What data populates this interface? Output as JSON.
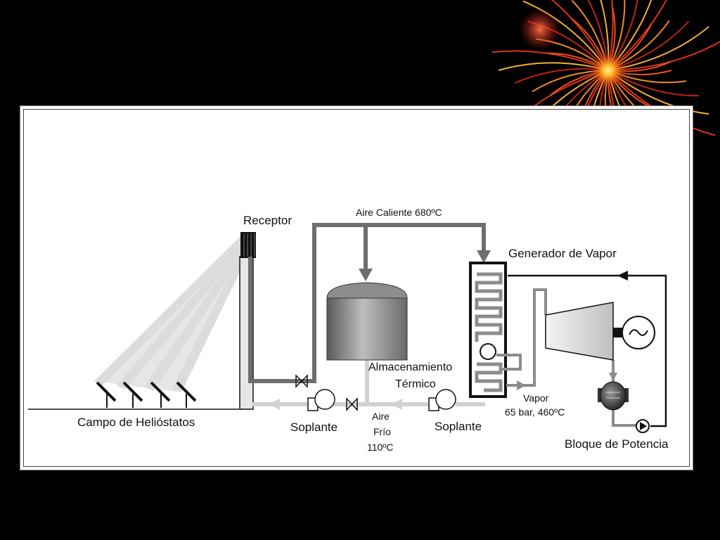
{
  "labels": {
    "receptor": "Receptor",
    "aire_caliente": "Aire Caliente 680ºC",
    "generador": "Generador de Vapor",
    "almacenamiento_1": "Almacenamiento",
    "almacenamiento_2": "Térmico",
    "campo": "Campo de Helióstatos",
    "soplante_1": "Soplante",
    "soplante_2": "Soplante",
    "aire_frio_1": "Aire",
    "aire_frio_2": "Frío",
    "aire_frio_3": "110ºC",
    "vapor_1": "Vapor",
    "vapor_2": "65 bar, 460ºC",
    "bloque": "Bloque de Potencia"
  },
  "colors": {
    "background": "#000000",
    "hot_pipe": "#6e6e6e",
    "cold_pipe": "#d2d2d2",
    "beam": "#dcdcdc",
    "firework": "#e8501c"
  },
  "icons": {
    "generator": "generator-tilde-icon",
    "pump": "pump-icon",
    "valve": "valve-icon",
    "heliostat": "heliostat-icon"
  }
}
